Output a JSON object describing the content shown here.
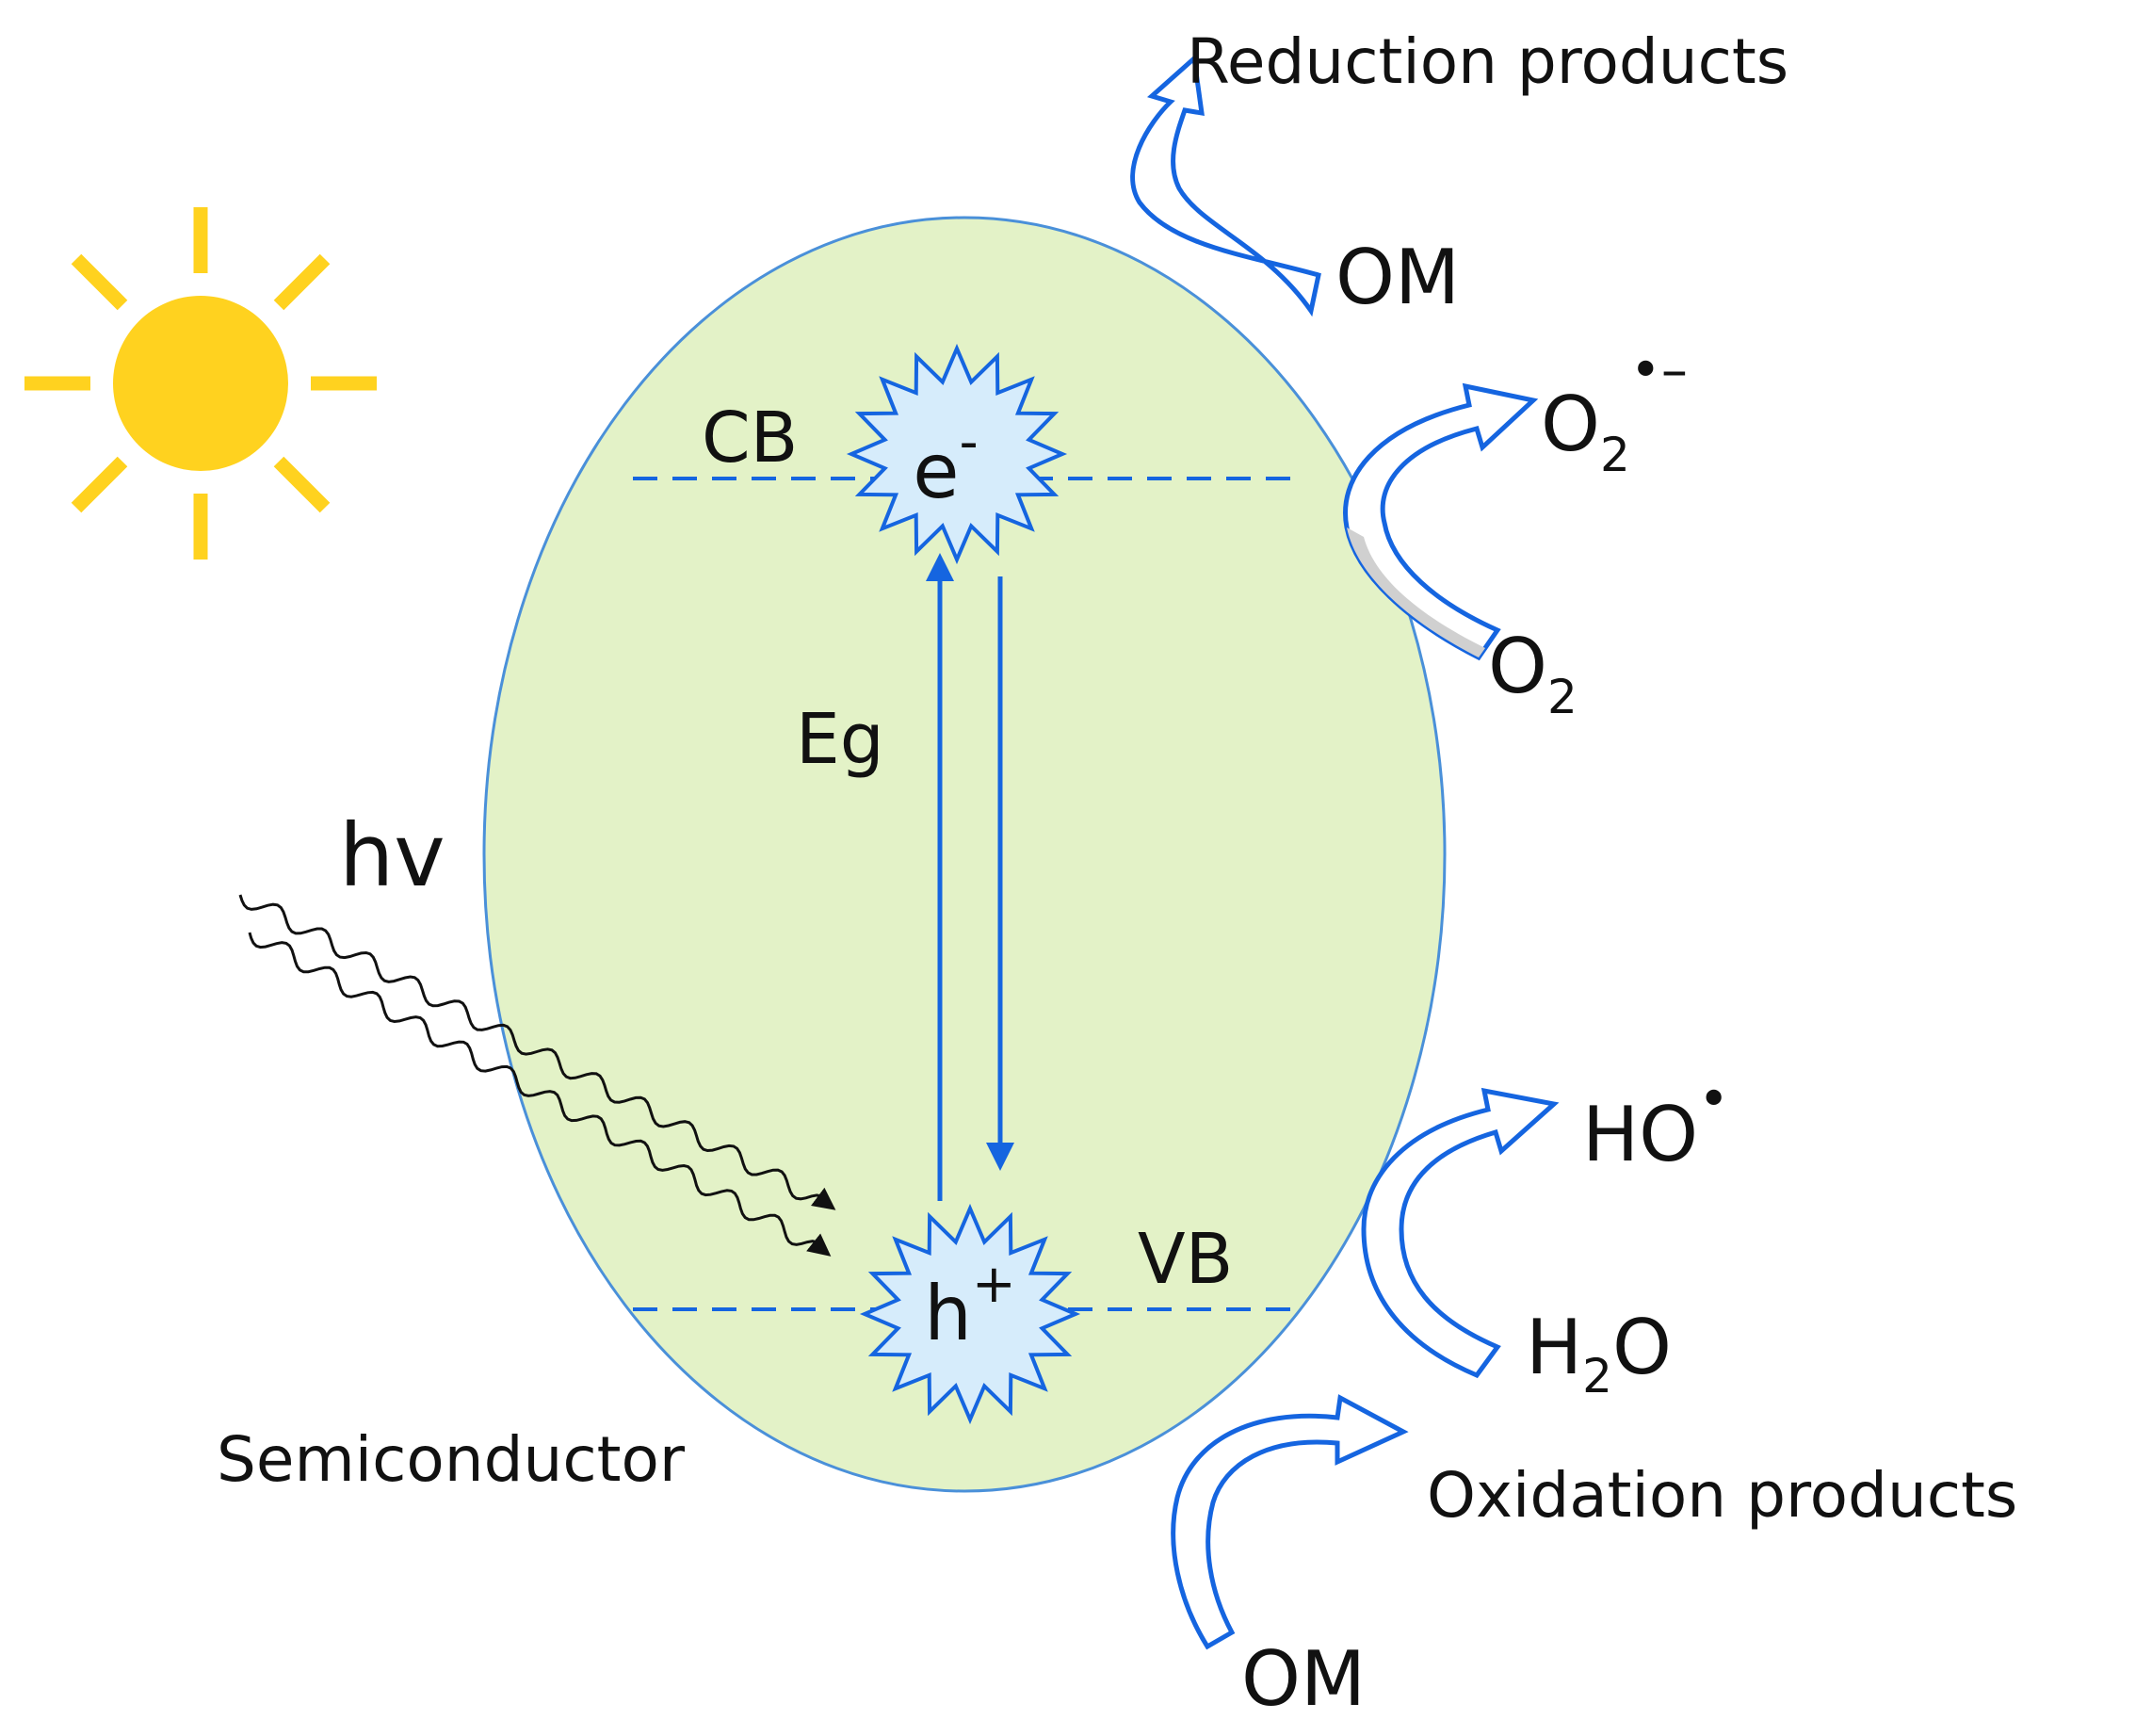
{
  "colors": {
    "sun": "#FFD21F",
    "particle_fill": "#E3F2C7",
    "particle_stroke": "#4A90D9",
    "blue": "#1565E0",
    "star_fill": "#D6ECFB",
    "photon": "#111111",
    "o2_arrow_fill": "#D0D0D0"
  },
  "icons": [
    "sun-icon",
    "photon-wave-icon",
    "electron-star-icon",
    "hole-star-icon",
    "curved-arrow-icon"
  ],
  "labels": {
    "cb": "CB",
    "vb": "VB",
    "eg": "Eg",
    "hv": "hv",
    "semiconductor": "Semiconductor",
    "electron": "e",
    "electron_sup": "-",
    "hole": "h",
    "hole_sup": "+"
  },
  "reactions": {
    "reduction_products": "Reduction products",
    "om_top": "OM",
    "o2_radical": "O",
    "o2_radical_sub": "2",
    "o2_radical_sup": "•–",
    "o2": "O",
    "o2_sub": "2",
    "ho_radical": "HO",
    "ho_radical_sup": "•",
    "h2o_h": "H",
    "h2o_sub": "2",
    "h2o_o": "O",
    "oxidation_products": "Oxidation products",
    "om_bottom": "OM"
  }
}
